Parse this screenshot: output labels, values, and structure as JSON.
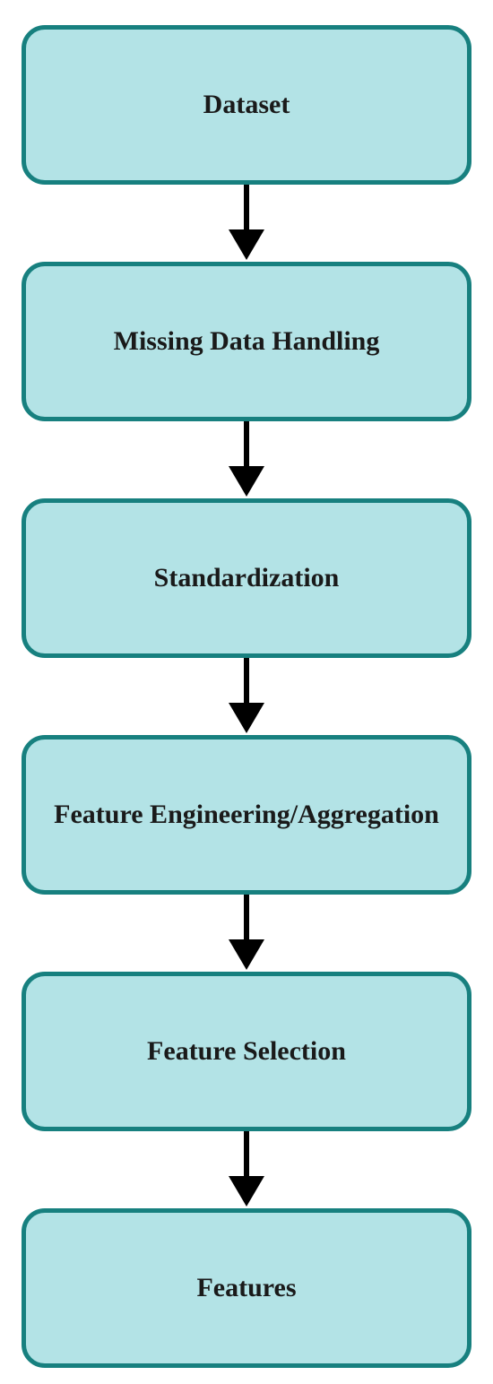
{
  "flowchart": {
    "steps": [
      {
        "label": "Dataset"
      },
      {
        "label": "Missing Data Handling"
      },
      {
        "label": "Standardization"
      },
      {
        "label": "Feature Engineering/Aggregation"
      },
      {
        "label": "Feature Selection"
      },
      {
        "label": "Features"
      }
    ],
    "colors": {
      "box_fill": "#b3e3e6",
      "box_border": "#17807f",
      "arrow": "#000000",
      "text": "#1a1a1a"
    }
  }
}
